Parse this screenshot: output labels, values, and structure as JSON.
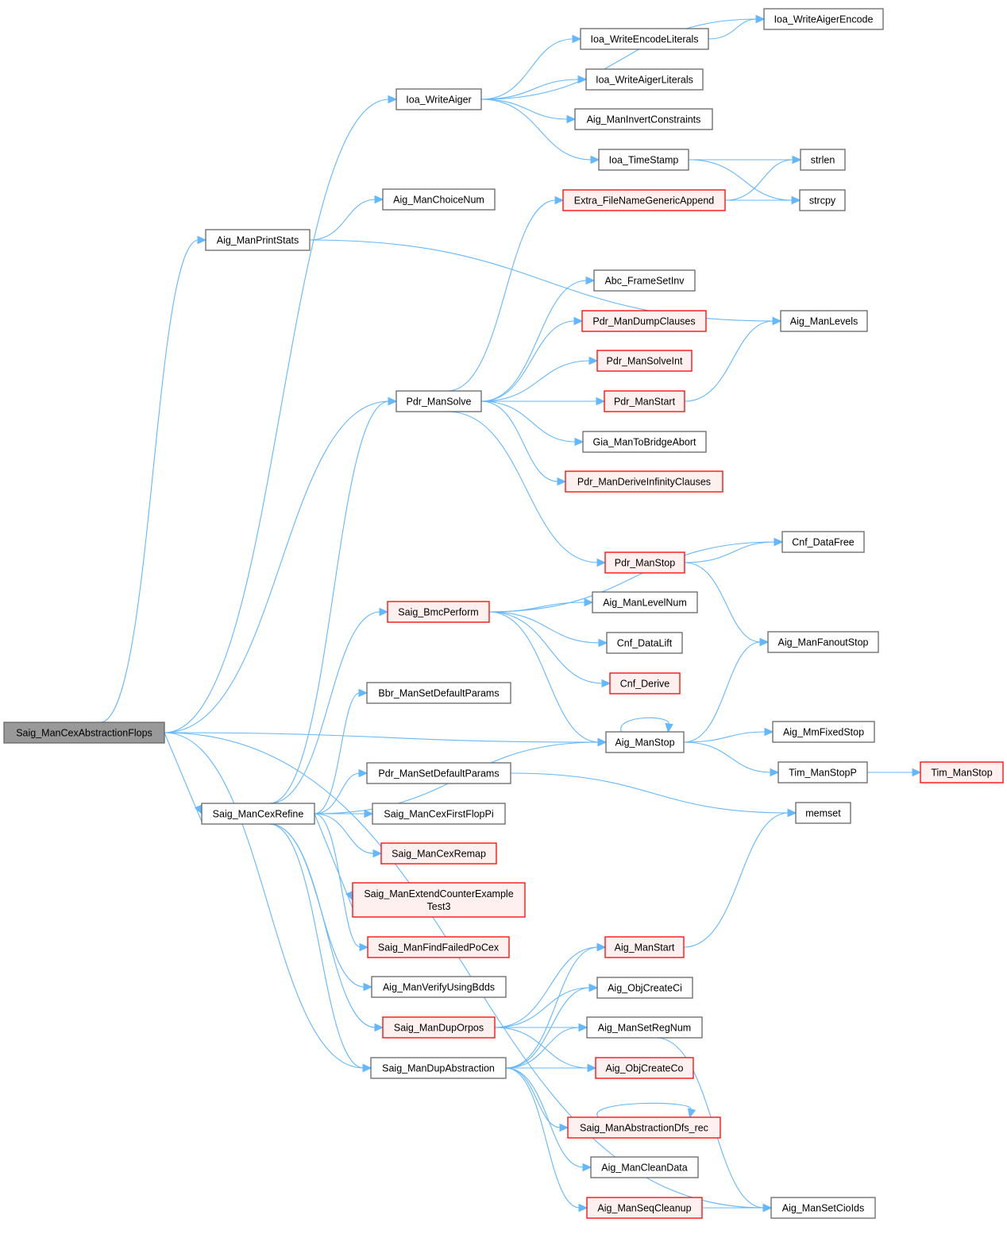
{
  "title": "Saig_ManCexAbstractionFlops call graph",
  "colors": {
    "edge": "#63b8ff",
    "root_fill": "#999999",
    "red_border": "#ff0000",
    "red_fill": "#fff0f0",
    "normal_border": "#666666"
  },
  "nodes": [
    {
      "id": "root",
      "label": "Saig_ManCexAbstractionFlops",
      "style": "root"
    },
    {
      "id": "ioaWriteAiger",
      "label": "Ioa_WriteAiger",
      "style": "normal"
    },
    {
      "id": "printStats",
      "label": "Aig_ManPrintStats",
      "style": "normal"
    },
    {
      "id": "choiceNum",
      "label": "Aig_ManChoiceNum",
      "style": "normal"
    },
    {
      "id": "pdrSolve",
      "label": "Pdr_ManSolve",
      "style": "normal"
    },
    {
      "id": "bmcPerform",
      "label": "Saig_BmcPerform",
      "style": "red"
    },
    {
      "id": "cexRefine",
      "label": "Saig_ManCexRefine",
      "style": "normal"
    },
    {
      "id": "bbrDefault",
      "label": "Bbr_ManSetDefaultParams",
      "style": "normal"
    },
    {
      "id": "pdrDefault",
      "label": "Pdr_ManSetDefaultParams",
      "style": "normal"
    },
    {
      "id": "cexFirstFlop",
      "label": "Saig_ManCexFirstFlopPi",
      "style": "normal"
    },
    {
      "id": "cexRemap",
      "label": "Saig_ManCexRemap",
      "style": "red"
    },
    {
      "id": "extendCex",
      "label": "Saig_ManExtendCounterExample Test3",
      "lines": [
        "Saig_ManExtendCounterExample",
        "Test3"
      ],
      "style": "red"
    },
    {
      "id": "findFailed",
      "label": "Saig_ManFindFailedPoCex",
      "style": "red"
    },
    {
      "id": "verifyBdds",
      "label": "Aig_ManVerifyUsingBdds",
      "style": "normal"
    },
    {
      "id": "dupOrpos",
      "label": "Saig_ManDupOrpos",
      "style": "red"
    },
    {
      "id": "dupAbs",
      "label": "Saig_ManDupAbstraction",
      "style": "normal"
    },
    {
      "id": "encodeLits",
      "label": "Ioa_WriteEncodeLiterals",
      "style": "normal"
    },
    {
      "id": "aigerLits",
      "label": "Ioa_WriteAigerLiterals",
      "style": "normal"
    },
    {
      "id": "invertCons",
      "label": "Aig_ManInvertConstraints",
      "style": "normal"
    },
    {
      "id": "timeStamp",
      "label": "Ioa_TimeStamp",
      "style": "normal"
    },
    {
      "id": "extraFile",
      "label": "Extra_FileNameGenericAppend",
      "style": "red"
    },
    {
      "id": "frameSetInv",
      "label": "Abc_FrameSetInv",
      "style": "normal"
    },
    {
      "id": "dumpClauses",
      "label": "Pdr_ManDumpClauses",
      "style": "red"
    },
    {
      "id": "solveInt",
      "label": "Pdr_ManSolveInt",
      "style": "red"
    },
    {
      "id": "pdrStart",
      "label": "Pdr_ManStart",
      "style": "red"
    },
    {
      "id": "giaBridge",
      "label": "Gia_ManToBridgeAbort",
      "style": "normal"
    },
    {
      "id": "deriveInf",
      "label": "Pdr_ManDeriveInfinityClauses",
      "style": "red"
    },
    {
      "id": "pdrStop",
      "label": "Pdr_ManStop",
      "style": "red"
    },
    {
      "id": "levelNum",
      "label": "Aig_ManLevelNum",
      "style": "normal"
    },
    {
      "id": "cnfLift",
      "label": "Cnf_DataLift",
      "style": "normal"
    },
    {
      "id": "cnfDerive",
      "label": "Cnf_Derive",
      "style": "red"
    },
    {
      "id": "aigStop",
      "label": "Aig_ManStop",
      "style": "normal"
    },
    {
      "id": "aigStart",
      "label": "Aig_ManStart",
      "style": "red"
    },
    {
      "id": "createCi",
      "label": "Aig_ObjCreateCi",
      "style": "normal"
    },
    {
      "id": "setRegNum",
      "label": "Aig_ManSetRegNum",
      "style": "normal"
    },
    {
      "id": "createCo",
      "label": "Aig_ObjCreateCo",
      "style": "red"
    },
    {
      "id": "absDfs",
      "label": "Saig_ManAbstractionDfs_rec",
      "style": "red"
    },
    {
      "id": "cleanData",
      "label": "Aig_ManCleanData",
      "style": "normal"
    },
    {
      "id": "seqCleanup",
      "label": "Aig_ManSeqCleanup",
      "style": "red"
    },
    {
      "id": "aigerEncode",
      "label": "Ioa_WriteAigerEncode",
      "style": "normal"
    },
    {
      "id": "strlen",
      "label": "strlen",
      "style": "normal"
    },
    {
      "id": "strcpy",
      "label": "strcpy",
      "style": "normal"
    },
    {
      "id": "manLevels",
      "label": "Aig_ManLevels",
      "style": "normal"
    },
    {
      "id": "cnfFree",
      "label": "Cnf_DataFree",
      "style": "normal"
    },
    {
      "id": "fanoutStop",
      "label": "Aig_ManFanoutStop",
      "style": "normal"
    },
    {
      "id": "mmFixedStop",
      "label": "Aig_MmFixedStop",
      "style": "normal"
    },
    {
      "id": "timStopP",
      "label": "Tim_ManStopP",
      "style": "normal"
    },
    {
      "id": "timStop",
      "label": "Tim_ManStop",
      "style": "red"
    },
    {
      "id": "memset",
      "label": "memset",
      "style": "normal"
    },
    {
      "id": "setCioIds",
      "label": "Aig_ManSetCioIds",
      "style": "normal"
    }
  ],
  "edges": [
    [
      "root",
      "ioaWriteAiger"
    ],
    [
      "root",
      "printStats"
    ],
    [
      "root",
      "pdrSolve"
    ],
    [
      "root",
      "aigStop"
    ],
    [
      "root",
      "cexRefine"
    ],
    [
      "root",
      "dupAbs"
    ],
    [
      "root",
      "setCioIds"
    ],
    [
      "ioaWriteAiger",
      "aigerEncode"
    ],
    [
      "ioaWriteAiger",
      "encodeLits"
    ],
    [
      "ioaWriteAiger",
      "aigerLits"
    ],
    [
      "ioaWriteAiger",
      "invertCons"
    ],
    [
      "ioaWriteAiger",
      "timeStamp"
    ],
    [
      "encodeLits",
      "aigerEncode"
    ],
    [
      "timeStamp",
      "strlen"
    ],
    [
      "timeStamp",
      "strcpy"
    ],
    [
      "extraFile",
      "strlen"
    ],
    [
      "extraFile",
      "strcpy"
    ],
    [
      "printStats",
      "choiceNum"
    ],
    [
      "printStats",
      "manLevels"
    ],
    [
      "pdrSolve",
      "extraFile"
    ],
    [
      "pdrSolve",
      "frameSetInv"
    ],
    [
      "pdrSolve",
      "dumpClauses"
    ],
    [
      "pdrSolve",
      "solveInt"
    ],
    [
      "pdrSolve",
      "pdrStart"
    ],
    [
      "pdrSolve",
      "giaBridge"
    ],
    [
      "pdrSolve",
      "deriveInf"
    ],
    [
      "pdrSolve",
      "pdrStop"
    ],
    [
      "pdrStart",
      "manLevels"
    ],
    [
      "pdrStop",
      "cnfFree"
    ],
    [
      "pdrStop",
      "fanoutStop"
    ],
    [
      "bmcPerform",
      "cnfFree"
    ],
    [
      "bmcPerform",
      "levelNum"
    ],
    [
      "bmcPerform",
      "cnfLift"
    ],
    [
      "bmcPerform",
      "cnfDerive"
    ],
    [
      "bmcPerform",
      "aigStop"
    ],
    [
      "cexRefine",
      "pdrSolve"
    ],
    [
      "cexRefine",
      "bmcPerform"
    ],
    [
      "cexRefine",
      "bbrDefault"
    ],
    [
      "cexRefine",
      "aigStop"
    ],
    [
      "cexRefine",
      "pdrDefault"
    ],
    [
      "cexRefine",
      "cexFirstFlop"
    ],
    [
      "cexRefine",
      "cexRemap"
    ],
    [
      "cexRefine",
      "extendCex"
    ],
    [
      "cexRefine",
      "findFailed"
    ],
    [
      "cexRefine",
      "verifyBdds"
    ],
    [
      "cexRefine",
      "dupOrpos"
    ],
    [
      "cexRefine",
      "dupAbs"
    ],
    [
      "pdrDefault",
      "memset"
    ],
    [
      "aigStop",
      "aigStop"
    ],
    [
      "aigStop",
      "fanoutStop"
    ],
    [
      "aigStop",
      "mmFixedStop"
    ],
    [
      "aigStop",
      "timStopP"
    ],
    [
      "timStopP",
      "timStop"
    ],
    [
      "aigStart",
      "memset"
    ],
    [
      "dupOrpos",
      "aigStart"
    ],
    [
      "dupOrpos",
      "createCi"
    ],
    [
      "dupOrpos",
      "setRegNum"
    ],
    [
      "dupOrpos",
      "createCo"
    ],
    [
      "dupAbs",
      "aigStart"
    ],
    [
      "dupAbs",
      "createCi"
    ],
    [
      "dupAbs",
      "setRegNum"
    ],
    [
      "dupAbs",
      "createCo"
    ],
    [
      "dupAbs",
      "absDfs"
    ],
    [
      "dupAbs",
      "cleanData"
    ],
    [
      "dupAbs",
      "seqCleanup"
    ],
    [
      "absDfs",
      "absDfs"
    ],
    [
      "setRegNum",
      "setCioIds"
    ],
    [
      "seqCleanup",
      "setCioIds"
    ]
  ]
}
